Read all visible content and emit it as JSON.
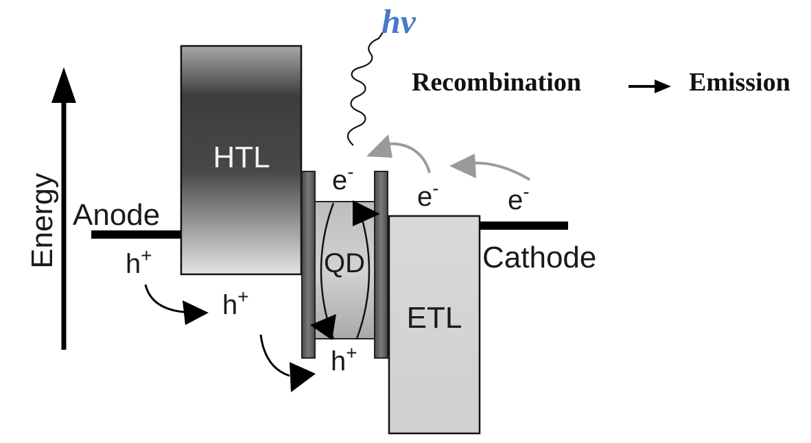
{
  "labels": {
    "energy": "Energy",
    "anode": "Anode",
    "cathode": "Cathode",
    "htl": "HTL",
    "etl": "ETL",
    "qd": "QD",
    "photon": "hv",
    "recombination": "Recombination",
    "emission": "Emission",
    "electron": "e",
    "electron_charge": "-",
    "hole": "h",
    "hole_charge": "+"
  },
  "colors": {
    "photon_text": "#4a78c8",
    "flow_arrow_gray": "#9a9a9a",
    "band_dark": "#3a3a3a",
    "band_light": "#d6d6d6"
  }
}
